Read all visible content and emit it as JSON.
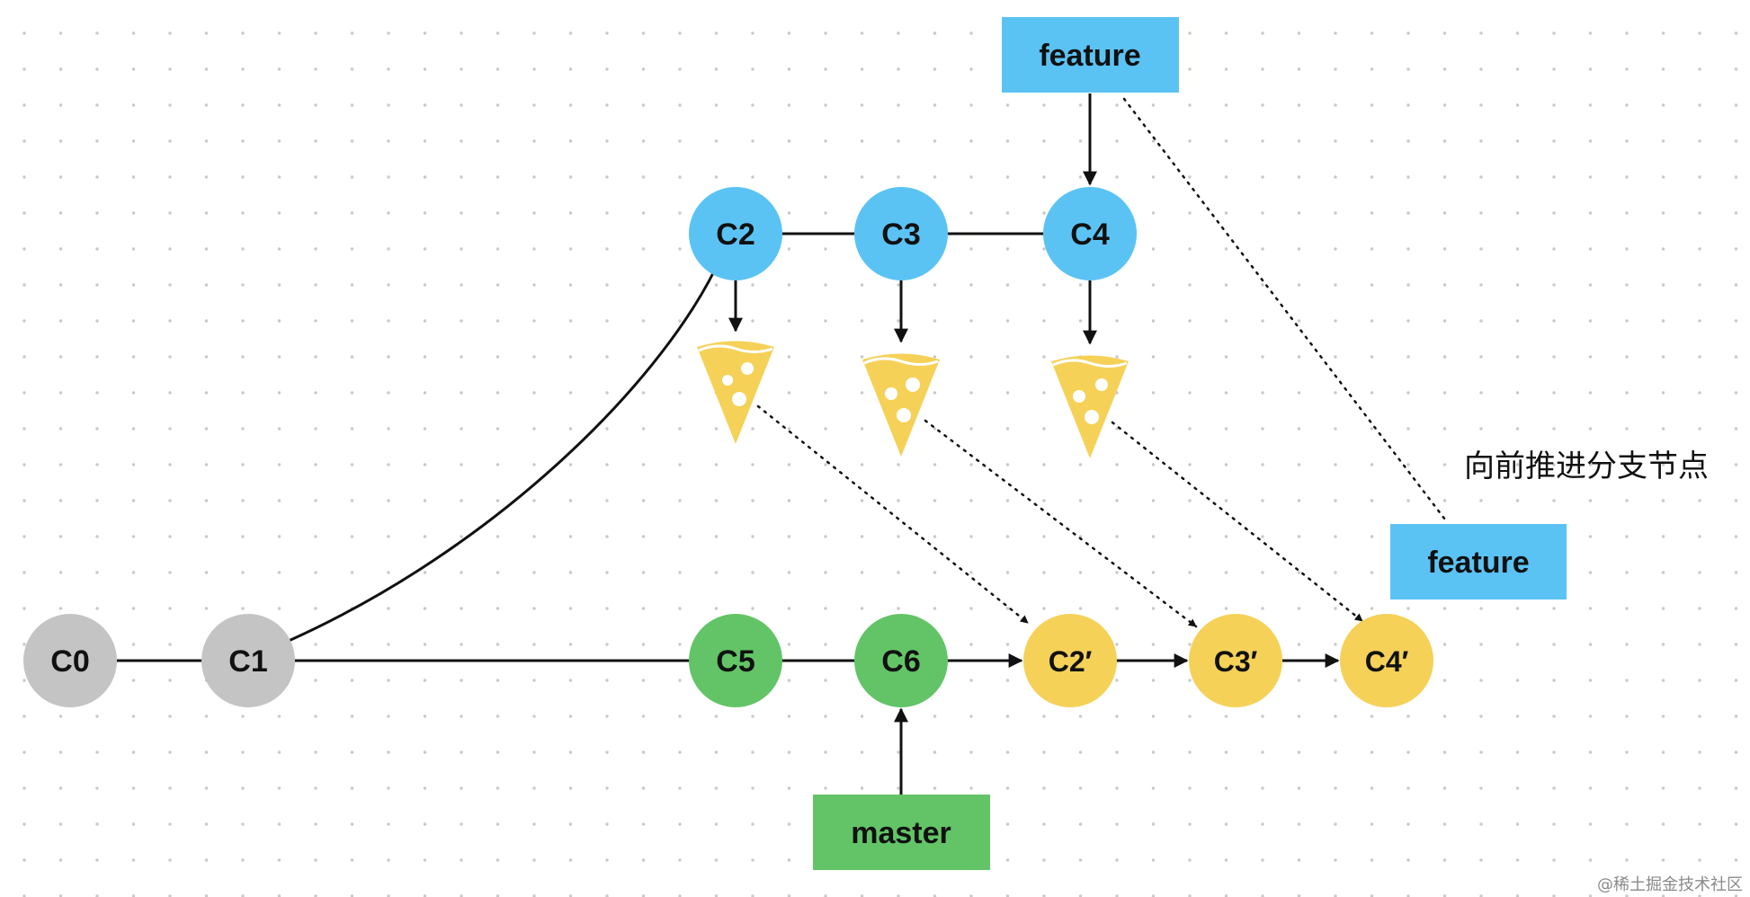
{
  "diagram": {
    "commits": {
      "c0": "C0",
      "c1": "C1",
      "c2": "C2",
      "c3": "C3",
      "c4": "C4",
      "c5": "C5",
      "c6": "C6",
      "c2p": "C2′",
      "c3p": "C3′",
      "c4p": "C4′"
    },
    "branches": {
      "feature_old": "feature",
      "feature_new": "feature",
      "master": "master"
    },
    "annotation": "向前推进分支节点",
    "watermark": "@稀土掘金技术社区",
    "colors": {
      "base": "#c4c4c4",
      "feature": "#5bc3f4",
      "master": "#62c466",
      "rebased": "#f5d158",
      "pizza": "#f5d158",
      "pizza_dots": "#ffffff",
      "dot_grid": "#c9c9c9"
    },
    "icons": {
      "cherry_pick": "pizza-slice-icon"
    }
  }
}
